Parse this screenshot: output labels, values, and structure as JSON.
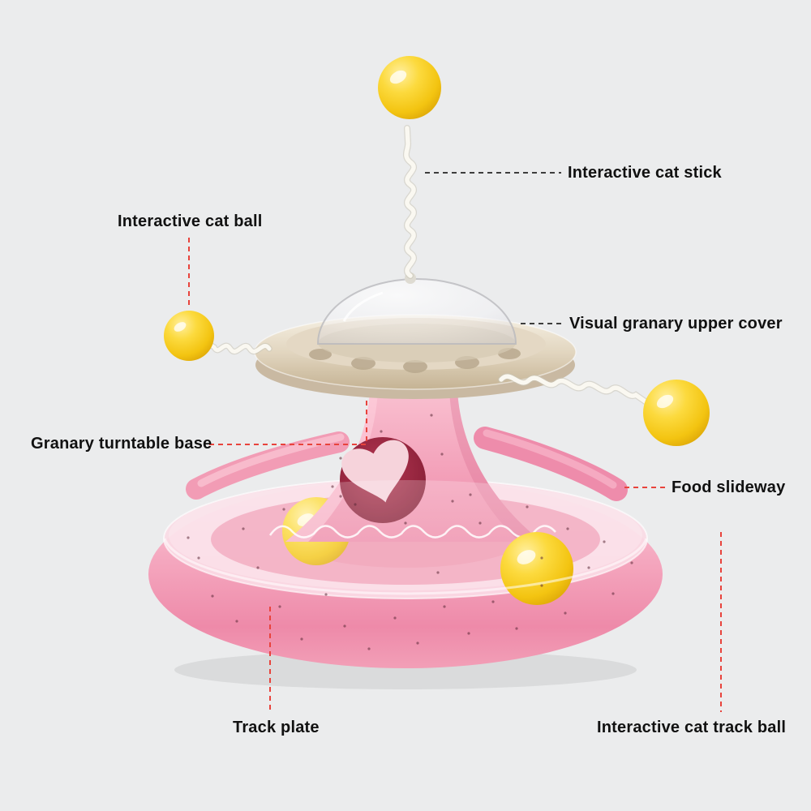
{
  "page": {
    "background": "#ebeced"
  },
  "colors": {
    "leader_red": "#e8433c",
    "leader_dark": "#3d3d3d",
    "label_text": "#111111",
    "pink_light": "#fbd0dc",
    "pink": "#f5a9c0",
    "pink_deep": "#ee8aa9",
    "yellow_ball": "#f3c411",
    "granary_beige": "#e2d6c0",
    "heart_window": "#93243d",
    "spring_white": "#faf8f1"
  },
  "labels": [
    {
      "id": "interactive-cat-stick",
      "text": "Interactive cat stick"
    },
    {
      "id": "interactive-cat-ball",
      "text": "Interactive cat ball"
    },
    {
      "id": "visual-granary-upper-cover",
      "text": "Visual granary upper cover"
    },
    {
      "id": "granary-turntable-base",
      "text": "Granary turntable base"
    },
    {
      "id": "food-slideway",
      "text": "Food slideway"
    },
    {
      "id": "track-plate",
      "text": "Track plate"
    },
    {
      "id": "interactive-cat-track-ball",
      "text": "Interactive cat track ball"
    }
  ]
}
